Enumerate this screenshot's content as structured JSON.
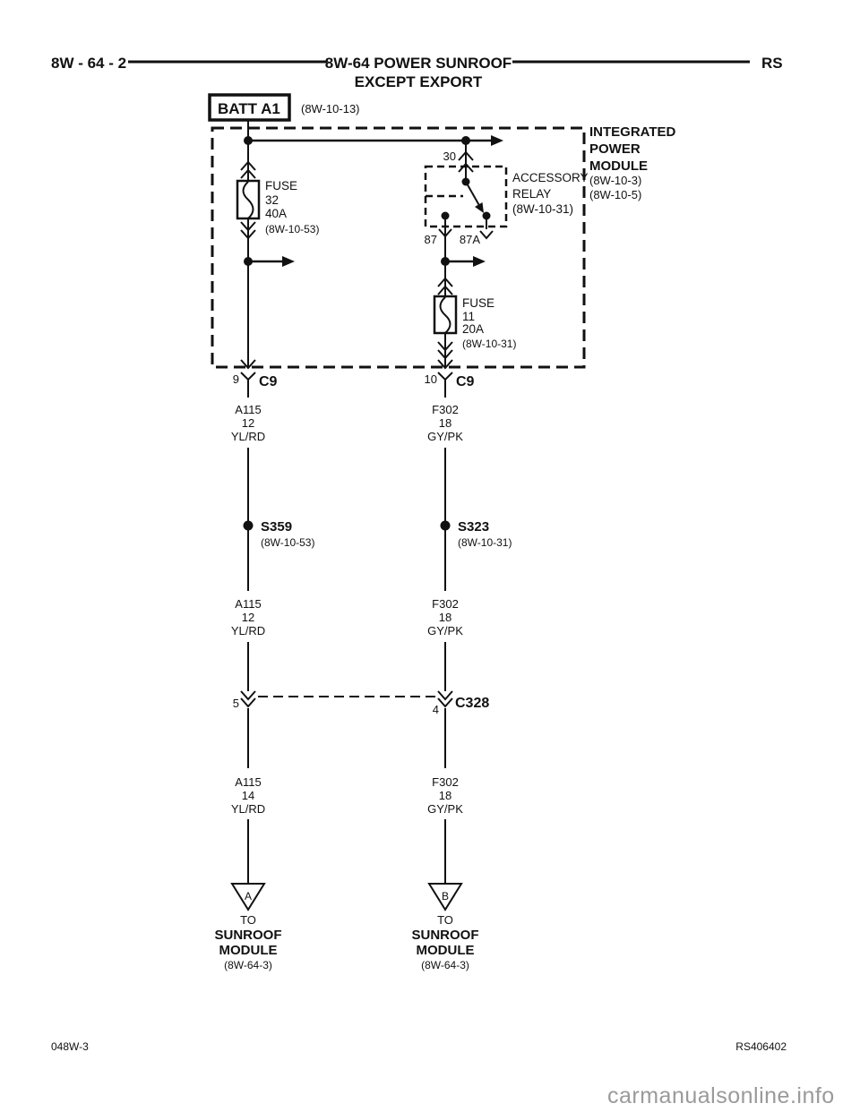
{
  "header": {
    "page_ref": "8W - 64 - 2",
    "title": "8W-64 POWER SUNROOF",
    "subtitle": "EXCEPT EXPORT",
    "model_code": "RS"
  },
  "battery": {
    "label": "BATT A1",
    "ref": "(8W-10-13)"
  },
  "ipm": {
    "name1": "INTEGRATED",
    "name2": "POWER",
    "name3": "MODULE",
    "ref1": "(8W-10-3)",
    "ref2": "(8W-10-5)"
  },
  "fuse32": {
    "label": "FUSE",
    "number": "32",
    "rating": "40A",
    "ref": "(8W-10-53)"
  },
  "relay": {
    "name1": "ACCESSORY",
    "name2": "RELAY",
    "ref": "(8W-10-31)",
    "pin30": "30",
    "pin87": "87",
    "pin87a": "87A"
  },
  "fuse11": {
    "label": "FUSE",
    "number": "11",
    "rating": "20A",
    "ref": "(8W-10-31)"
  },
  "c9_left": {
    "pin": "9",
    "name": "C9"
  },
  "c9_right": {
    "pin": "10",
    "name": "C9"
  },
  "wires": {
    "left_upper": {
      "circuit": "A115",
      "gauge": "12",
      "color": "YL/RD"
    },
    "right_upper": {
      "circuit": "F302",
      "gauge": "18",
      "color": "GY/PK"
    },
    "left_mid": {
      "circuit": "A115",
      "gauge": "12",
      "color": "YL/RD"
    },
    "right_mid": {
      "circuit": "F302",
      "gauge": "18",
      "color": "GY/PK"
    },
    "left_lower": {
      "circuit": "A115",
      "gauge": "14",
      "color": "YL/RD"
    },
    "right_lower": {
      "circuit": "F302",
      "gauge": "18",
      "color": "GY/PK"
    }
  },
  "splice_left": {
    "name": "S359",
    "ref": "(8W-10-53)"
  },
  "splice_right": {
    "name": "S323",
    "ref": "(8W-10-31)"
  },
  "c328": {
    "pin_left": "5",
    "pin_right": "4",
    "name": "C328"
  },
  "terminator_left": {
    "letter": "A",
    "to": "TO",
    "dest1": "SUNROOF",
    "dest2": "MODULE",
    "ref": "(8W-64-3)"
  },
  "terminator_right": {
    "letter": "B",
    "to": "TO",
    "dest1": "SUNROOF",
    "dest2": "MODULE",
    "ref": "(8W-64-3)"
  },
  "footer": {
    "left": "048W-3",
    "right": "RS406402"
  },
  "watermark": "carmanualsonline.info",
  "colors": {
    "ink": "#111111",
    "watermark_gray": "#9a9a9a",
    "background": "#ffffff"
  }
}
